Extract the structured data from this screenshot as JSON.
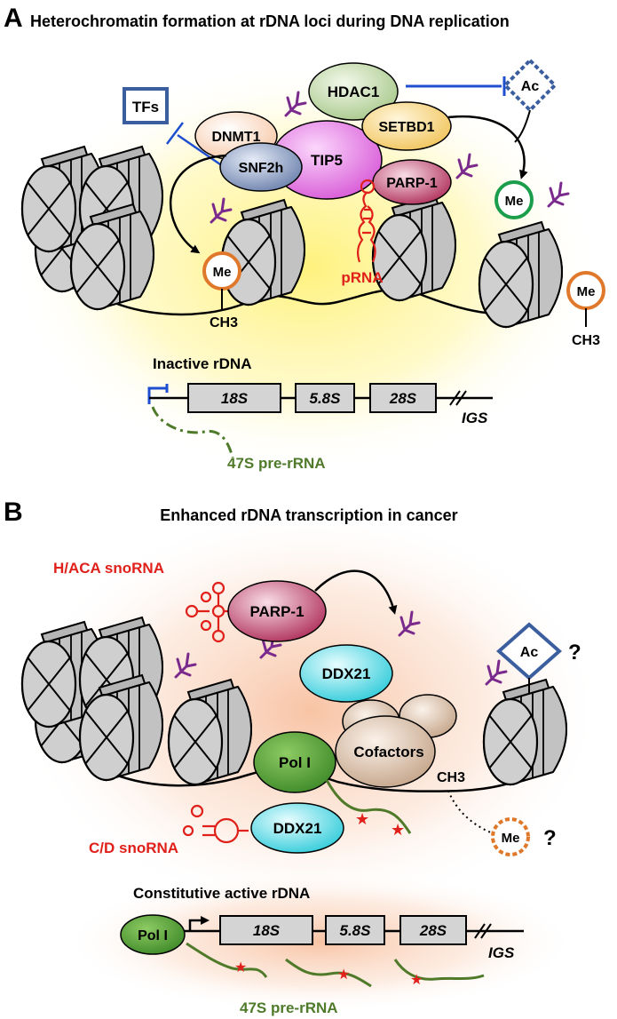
{
  "panel_a": {
    "letter": "A",
    "title": "Heterochromatin formation at rDNA loci during DNA replication",
    "tfs": "TFs",
    "dnmt1": "DNMT1",
    "snf2h": "SNF2h",
    "tip5": "TIP5",
    "hdac1": "HDAC1",
    "setbd1": "SETBD1",
    "parp1": "PARP-1",
    "ac": "Ac",
    "me": "Me",
    "ch3": "CH3",
    "prna": "pRNA",
    "gene_title": "Inactive rDNA",
    "genes": [
      "18S",
      "5.8S",
      "28S"
    ],
    "igs": "IGS",
    "transcript": "47S pre-rRNA"
  },
  "panel_b": {
    "letter": "B",
    "title": "Enhanced rDNA transcription in cancer",
    "haca": "H/ACA snoRNA",
    "parp1": "PARP-1",
    "ddx21": "DDX21",
    "ac": "Ac",
    "question": "?",
    "pol1": "Pol I",
    "cofactors": "Cofactors",
    "ch3": "CH3",
    "me": "Me",
    "cd": "C/D snoRNA",
    "gene_title": "Constitutive active rDNA",
    "genes": [
      "18S",
      "5.8S",
      "28S"
    ],
    "igs": "IGS",
    "transcript": "47S pre-rRNA"
  },
  "colors": {
    "glow_a": "#fff176",
    "glow_b": "#f9c6a8",
    "ac_blue": "#3b5f9e",
    "me_orange": "#e0782b",
    "me_green": "#1b9e4b",
    "rna_red": "#e0201a",
    "pre_rrna_green": "#4f7a2a",
    "ptm_purple": "#7a2a8c"
  }
}
